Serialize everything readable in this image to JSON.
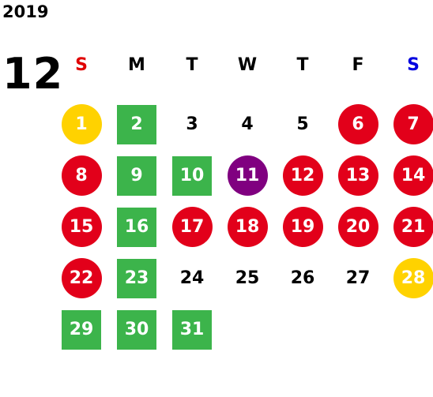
{
  "year": "2019",
  "month": "12",
  "weekdays": [
    "S",
    "M",
    "T",
    "W",
    "T",
    "F",
    "S"
  ],
  "colors": {
    "sunday": "#e00000",
    "saturday": "#0000e0",
    "red": "#e2001a",
    "yellow": "#ffd200",
    "green": "#3cb44b",
    "purple": "#800080"
  },
  "weeks": [
    [
      {
        "d": "1",
        "s": "circle",
        "c": "yellow"
      },
      {
        "d": "2",
        "s": "square",
        "c": "green"
      },
      {
        "d": "3",
        "s": "plain",
        "c": ""
      },
      {
        "d": "4",
        "s": "plain",
        "c": ""
      },
      {
        "d": "5",
        "s": "plain",
        "c": ""
      },
      {
        "d": "6",
        "s": "circle",
        "c": "red"
      },
      {
        "d": "7",
        "s": "circle",
        "c": "red"
      }
    ],
    [
      {
        "d": "8",
        "s": "circle",
        "c": "red"
      },
      {
        "d": "9",
        "s": "square",
        "c": "green"
      },
      {
        "d": "10",
        "s": "square",
        "c": "green"
      },
      {
        "d": "11",
        "s": "circle",
        "c": "purple"
      },
      {
        "d": "12",
        "s": "circle",
        "c": "red"
      },
      {
        "d": "13",
        "s": "circle",
        "c": "red"
      },
      {
        "d": "14",
        "s": "circle",
        "c": "red"
      }
    ],
    [
      {
        "d": "15",
        "s": "circle",
        "c": "red"
      },
      {
        "d": "16",
        "s": "square",
        "c": "green"
      },
      {
        "d": "17",
        "s": "circle",
        "c": "red"
      },
      {
        "d": "18",
        "s": "circle",
        "c": "red"
      },
      {
        "d": "19",
        "s": "circle",
        "c": "red"
      },
      {
        "d": "20",
        "s": "circle",
        "c": "red"
      },
      {
        "d": "21",
        "s": "circle",
        "c": "red"
      }
    ],
    [
      {
        "d": "22",
        "s": "circle",
        "c": "red"
      },
      {
        "d": "23",
        "s": "square",
        "c": "green"
      },
      {
        "d": "24",
        "s": "plain",
        "c": ""
      },
      {
        "d": "25",
        "s": "plain",
        "c": ""
      },
      {
        "d": "26",
        "s": "plain",
        "c": ""
      },
      {
        "d": "27",
        "s": "plain",
        "c": ""
      },
      {
        "d": "28",
        "s": "circle",
        "c": "yellow"
      }
    ],
    [
      {
        "d": "29",
        "s": "square",
        "c": "green"
      },
      {
        "d": "30",
        "s": "square",
        "c": "green"
      },
      {
        "d": "31",
        "s": "square",
        "c": "green"
      },
      {
        "d": "",
        "s": "empty",
        "c": ""
      },
      {
        "d": "",
        "s": "empty",
        "c": ""
      },
      {
        "d": "",
        "s": "empty",
        "c": ""
      },
      {
        "d": "",
        "s": "empty",
        "c": ""
      }
    ]
  ]
}
